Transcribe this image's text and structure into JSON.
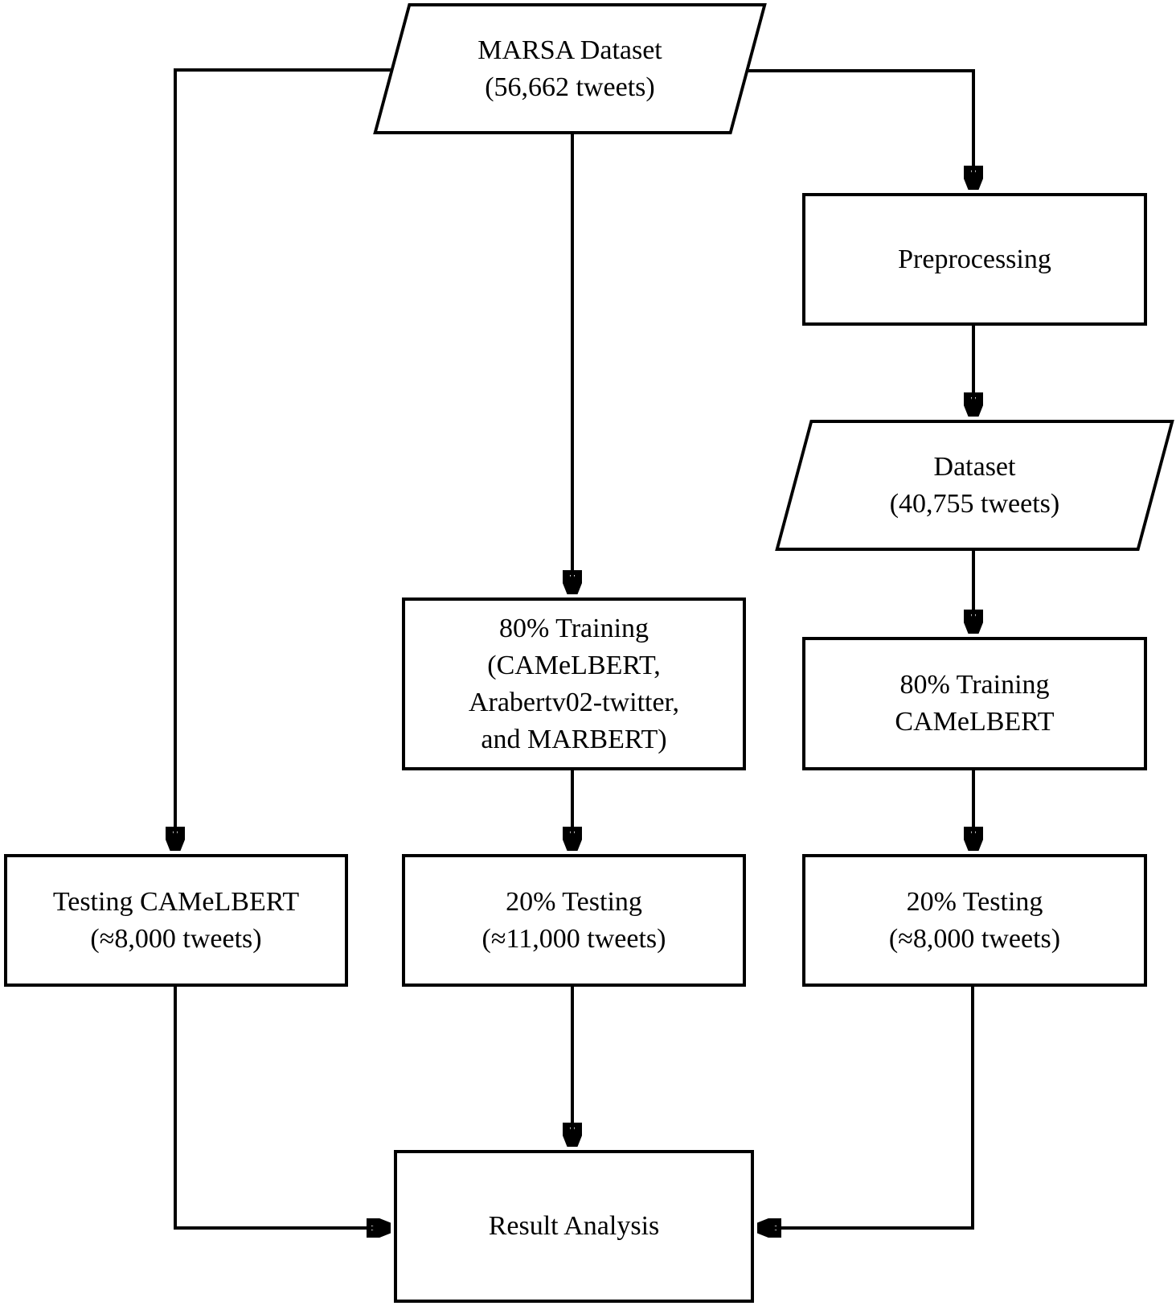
{
  "canvas": {
    "background": "#ffffff",
    "stroke_color": "#000000"
  },
  "nodes": {
    "marsa_dataset": {
      "shape": "parallelogram",
      "lines": [
        "MARSA Dataset",
        "(56,662 tweets)"
      ]
    },
    "preprocessing": {
      "shape": "rectangle",
      "lines": [
        "Preprocessing"
      ]
    },
    "dataset_clean": {
      "shape": "parallelogram",
      "lines": [
        "Dataset",
        "(40,755 tweets)"
      ]
    },
    "training_multi": {
      "shape": "rectangle",
      "lines": [
        "80% Training",
        "(CAMeLBERT,",
        "Arabertv02-twitter,",
        "and MARBERT)"
      ]
    },
    "training_camelbert": {
      "shape": "rectangle",
      "lines": [
        "80% Training",
        "CAMeLBERT"
      ]
    },
    "testing_11k": {
      "shape": "rectangle",
      "lines": [
        "20% Testing",
        "(≈11,000 tweets)"
      ]
    },
    "testing_8k": {
      "shape": "rectangle",
      "lines": [
        "20% Testing",
        "(≈8,000 tweets)"
      ]
    },
    "testing_camelbert_left": {
      "shape": "rectangle",
      "lines": [
        "Testing CAMeLBERT",
        "(≈8,000 tweets)"
      ]
    },
    "result_analysis": {
      "shape": "rectangle",
      "lines": [
        "Result Analysis"
      ]
    }
  },
  "edges": [
    {
      "from": "marsa_dataset",
      "to": "testing_camelbert_left"
    },
    {
      "from": "marsa_dataset",
      "to": "training_multi"
    },
    {
      "from": "marsa_dataset",
      "to": "preprocessing"
    },
    {
      "from": "preprocessing",
      "to": "dataset_clean"
    },
    {
      "from": "dataset_clean",
      "to": "training_camelbert"
    },
    {
      "from": "training_camelbert",
      "to": "testing_8k"
    },
    {
      "from": "training_multi",
      "to": "testing_11k"
    },
    {
      "from": "testing_11k",
      "to": "result_analysis"
    },
    {
      "from": "testing_camelbert_left",
      "to": "result_analysis"
    },
    {
      "from": "testing_8k",
      "to": "result_analysis"
    }
  ]
}
